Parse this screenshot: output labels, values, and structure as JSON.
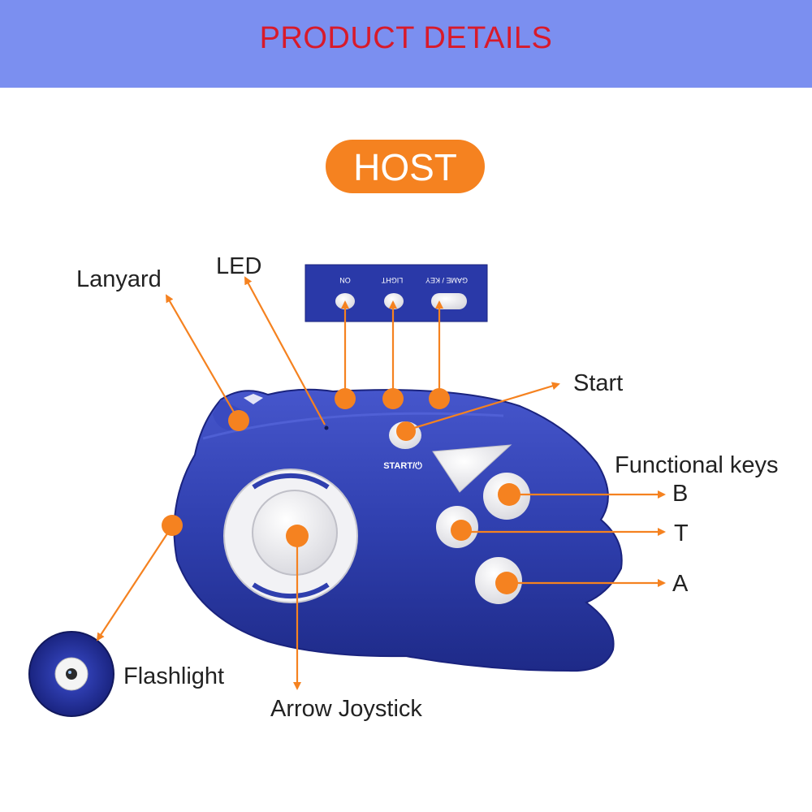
{
  "header": {
    "title": "PRODUCT DETAILS"
  },
  "section": {
    "label": "HOST"
  },
  "strip": {
    "labels": [
      "ON",
      "LIGHT",
      "GAME / KEY"
    ]
  },
  "device": {
    "start_label": "START/⏻"
  },
  "callouts": {
    "lanyard": "Lanyard",
    "led": "LED",
    "start": "Start",
    "functional_keys": "Functional keys",
    "b": "B",
    "t": "T",
    "a": "A",
    "flashlight": "Flashlight",
    "arrow_joystick": "Arrow Joystick"
  },
  "colors": {
    "banner": "#7b8ff0",
    "title": "#d81a2a",
    "accent_orange": "#f58220",
    "device_blue": "#2f3fae"
  }
}
